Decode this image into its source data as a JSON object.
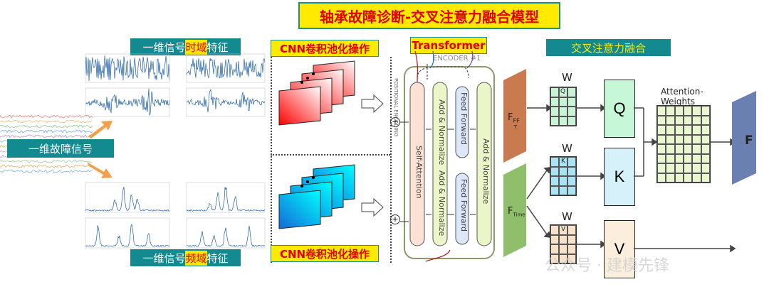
{
  "title": "轴承故障诊断-交叉注意力融合模型",
  "input_label": "一维故障信号",
  "time_feature": {
    "pre": "一维信号",
    "hl": "时域",
    "post": "特征"
  },
  "freq_feature": {
    "pre": "一维信号",
    "hl": "频域",
    "post": "特征"
  },
  "cnn_label_top": "CNN卷积池化操作",
  "cnn_label_bottom": "CNN卷积池化操作",
  "transformer": {
    "title": "Transformer",
    "encoder_label": "ENCODER #1",
    "positional_encoding": "POSITIONAL ENCODING",
    "self_attention": "Self-Attention",
    "add_normalize_1": "Add & Normalize",
    "feed_forward_1": "Feed Forward",
    "feed_forward_2": "Feed Forward",
    "add_normalize_2": "Add & Normalize"
  },
  "features": {
    "fft_main": "F",
    "fft_sub": "FF",
    "fft_sub2": "T",
    "time_main": "F",
    "time_sub": "Time"
  },
  "cross_attention_label": "交叉注意力融合",
  "weights": {
    "w_label": "W",
    "q_sub": "Q",
    "k_sub": "K",
    "v_sub": "V"
  },
  "qkv": {
    "q": "Q",
    "k": "K",
    "v": "V"
  },
  "attention_weights_label": "Attention-Weights",
  "output_label": "F",
  "watermark": "公众号 · 建模先锋",
  "colors": {
    "teal": "#138a90",
    "yellow": "#ffea00",
    "red": "#e00000",
    "fft_bar": "#c97b4f",
    "time_bar": "#8fbf6a",
    "q_box": "#c6f7d6",
    "k_box": "#d7f1fa",
    "v_box": "#fbeedd",
    "attn_grid": "#e9f6cf",
    "output_bar": "#6a80b0"
  }
}
